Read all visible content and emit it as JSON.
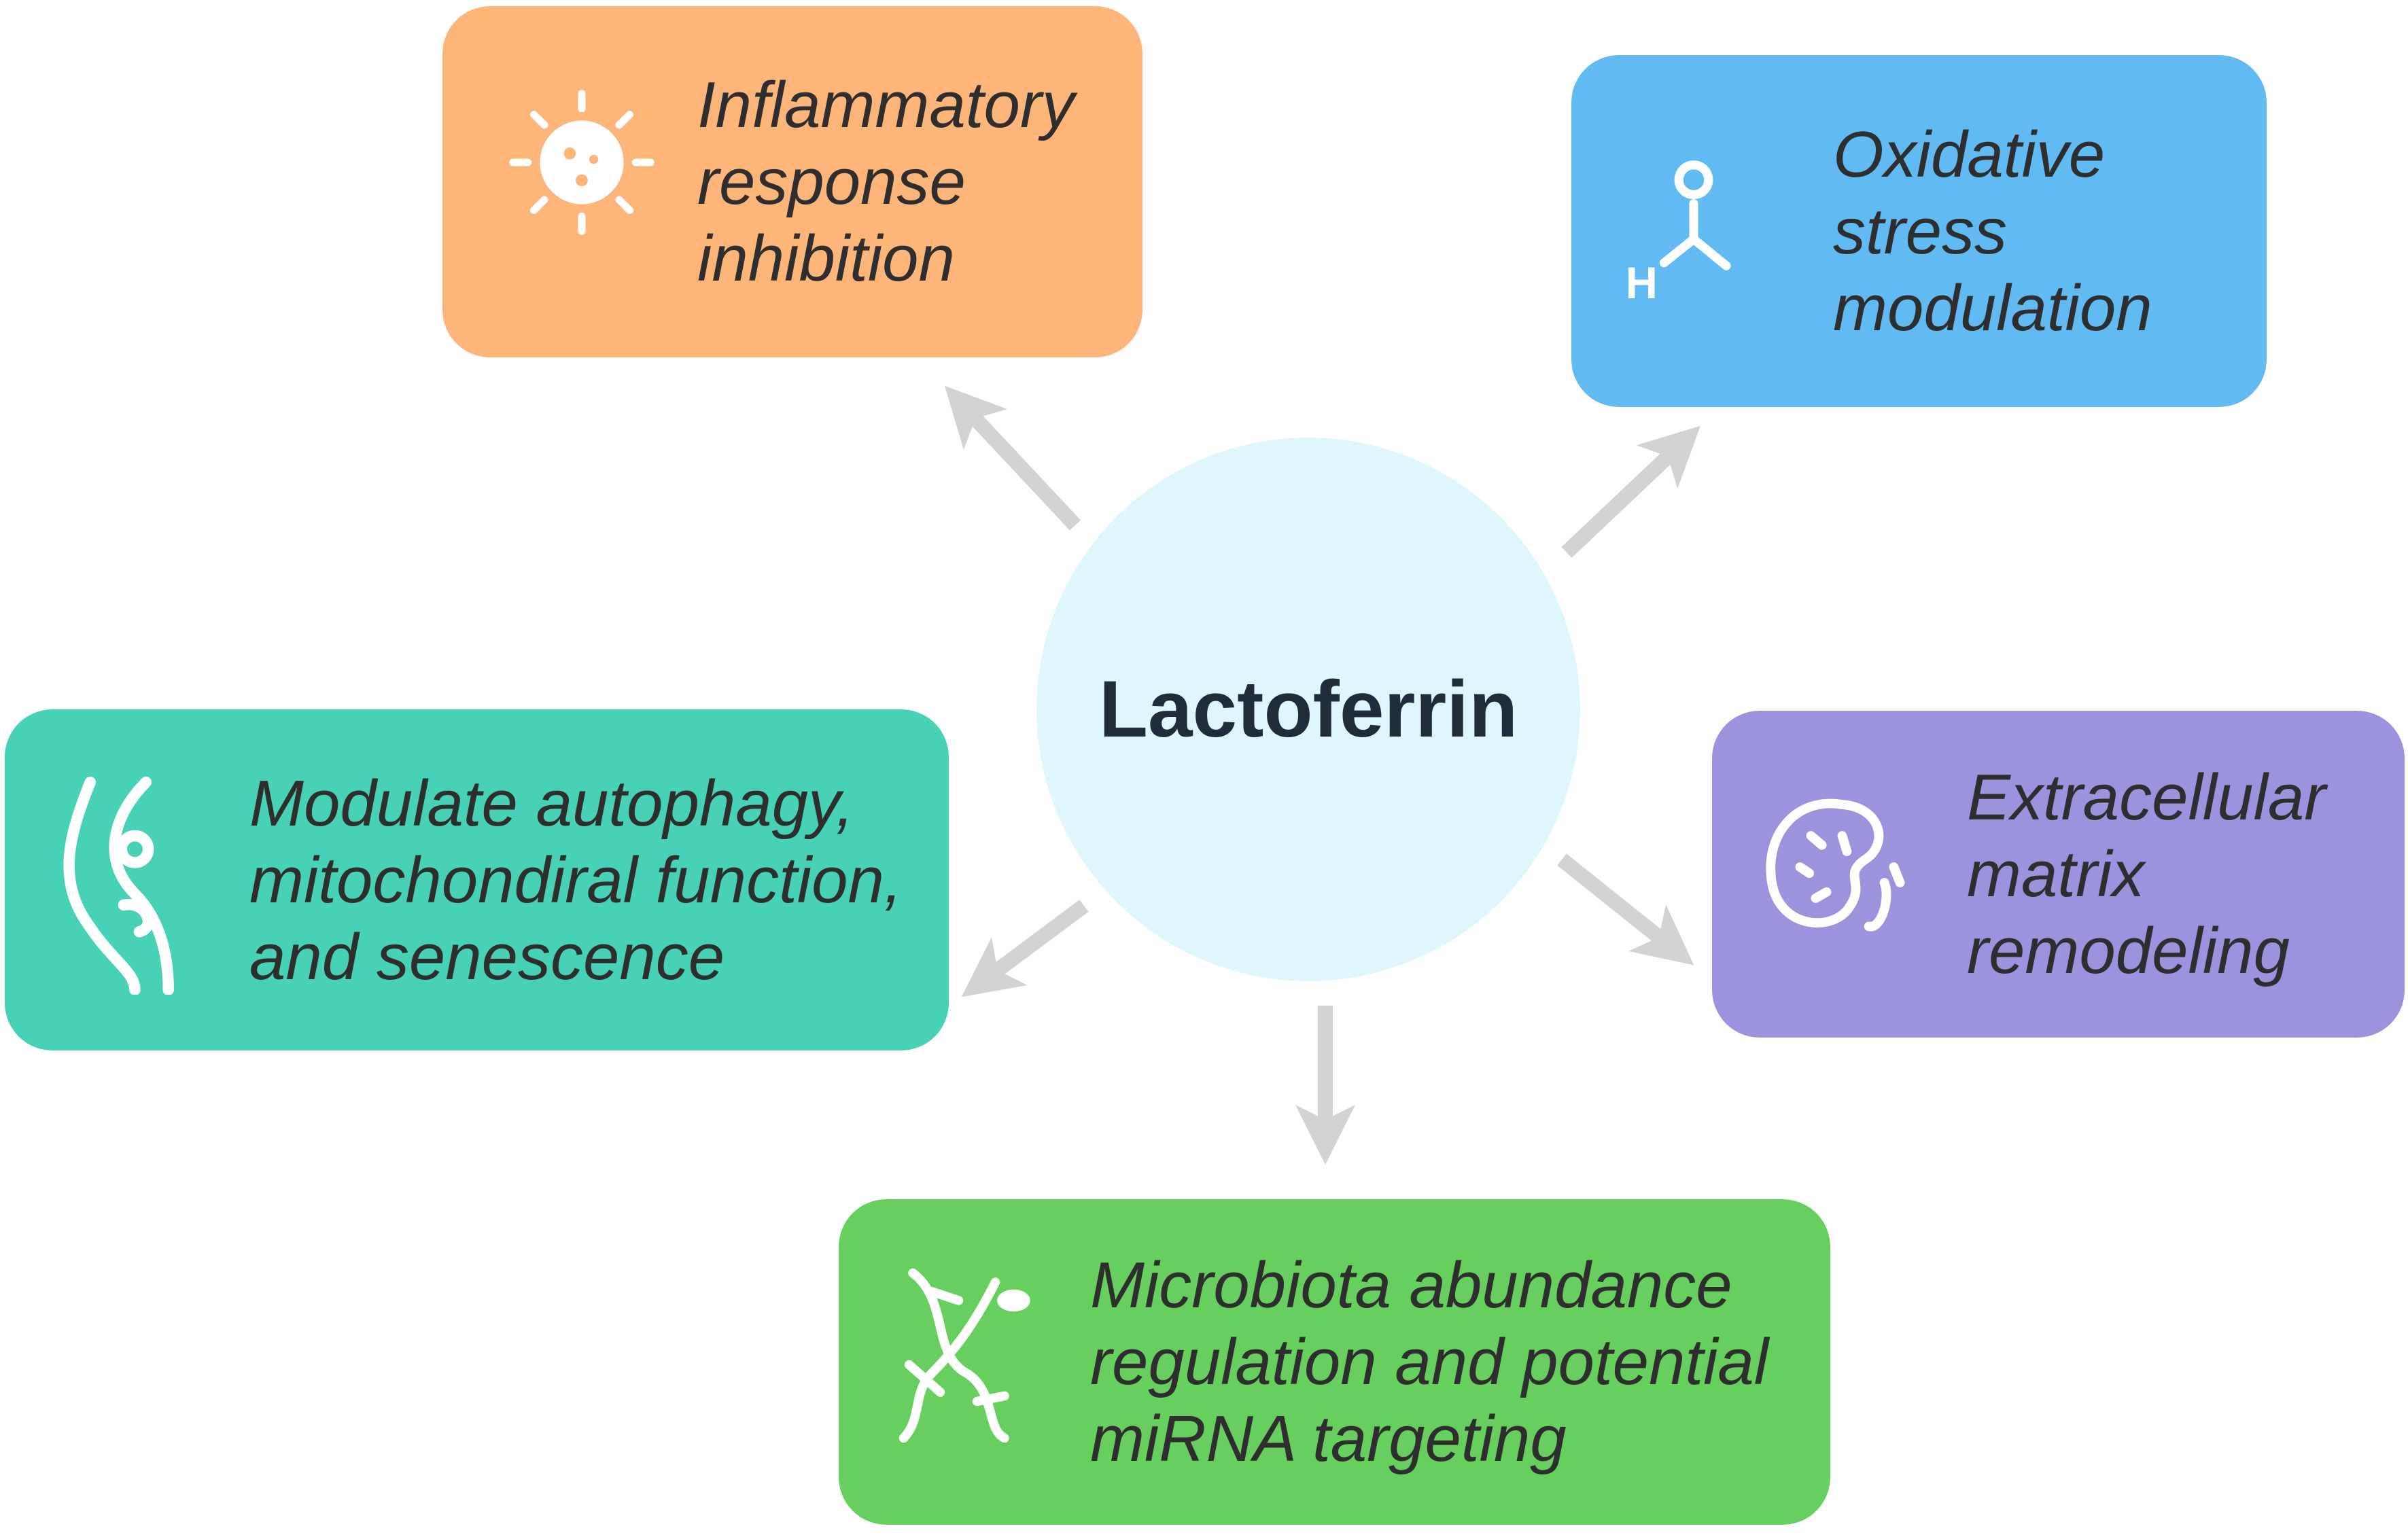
{
  "center": {
    "label": "Lactoferrin"
  },
  "nodes": [
    {
      "label": "Inflammatory\nresponse\ninhibition",
      "icon": "virus-icon",
      "color": "#fdb57a"
    },
    {
      "label": "Oxidative\nstress\nmodulation",
      "icon": "molecule-icon",
      "color": "#62baf3"
    },
    {
      "label": "Modulate autophagy,\nmitochondiral function,\nand senescence",
      "icon": "cell-strand-icon",
      "color": "#47d1b6"
    },
    {
      "label": "Extracellular\nmatrix\nremodeling",
      "icon": "mitochondria-icon",
      "color": "#9b93de"
    },
    {
      "label": "Microbiota abundance\nregulation and potential\nmiRNA targeting",
      "icon": "bacteria-icon",
      "color": "#67cf5e"
    }
  ],
  "arrow_color": "#d3d3d3"
}
